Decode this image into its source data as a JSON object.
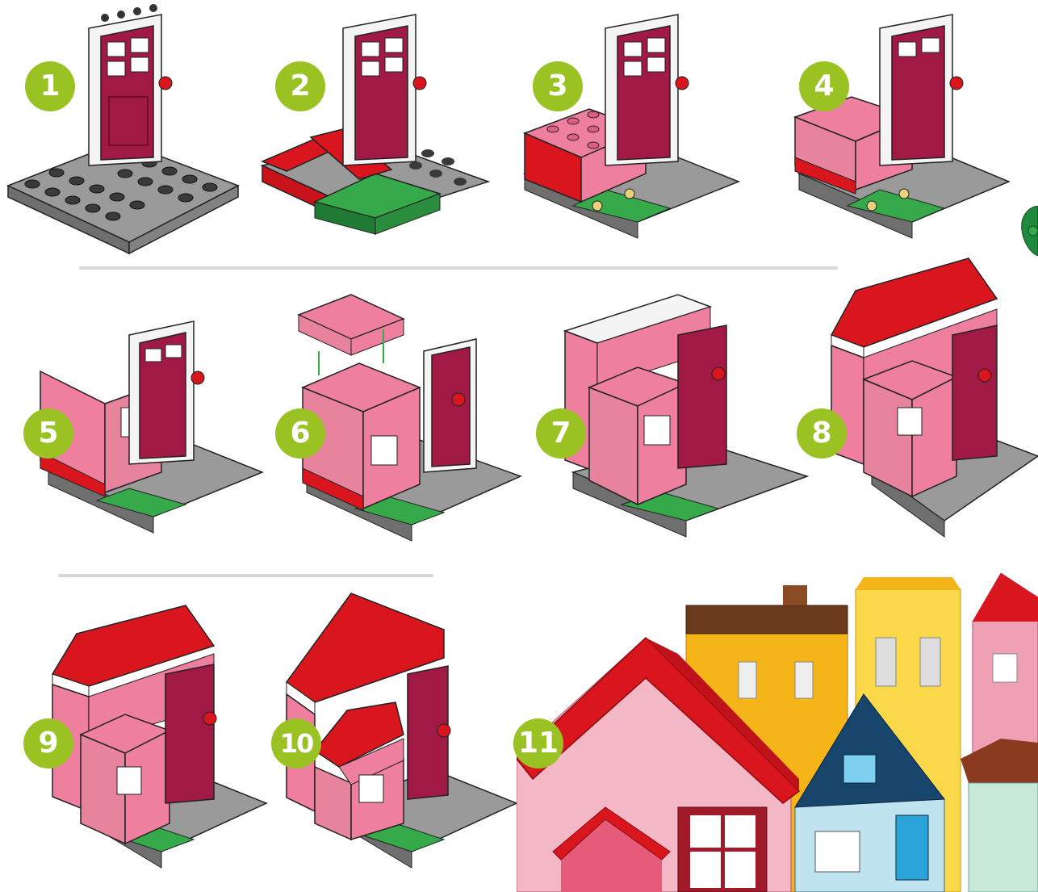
{
  "steps": [
    {
      "number": "1"
    },
    {
      "number": "2"
    },
    {
      "number": "3"
    },
    {
      "number": "4"
    },
    {
      "number": "5"
    },
    {
      "number": "6"
    },
    {
      "number": "7"
    },
    {
      "number": "8"
    },
    {
      "number": "9"
    },
    {
      "number": "10"
    },
    {
      "number": "11"
    }
  ],
  "colors": {
    "badge": "#99c222",
    "pink": "#ee7f9f",
    "red": "#d9161e",
    "door": "#9c1438",
    "baseplate": "#9a9a9a",
    "green": "#36a94a",
    "yellow": "#f5b418",
    "navy": "#17456b",
    "divider": "#d8d8d8"
  }
}
